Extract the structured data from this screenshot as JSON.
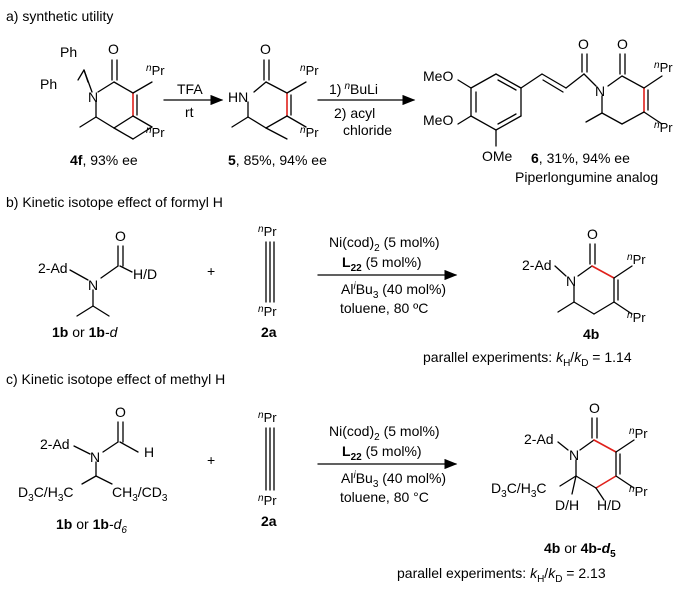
{
  "colors": {
    "highlight_bond": "#e0201b",
    "ink": "#000000"
  },
  "sections": {
    "a": {
      "title": "a) synthetic utility",
      "sm": {
        "ph1": "Ph",
        "ph2": "Ph",
        "n": "N",
        "o": "O",
        "pr_top": "Pr",
        "pr_bottom": "Pr",
        "label_id": "4f",
        "label_rest": ", 93% ee"
      },
      "arrow1": {
        "above": "TFA",
        "below": "rt"
      },
      "mid": {
        "hn": "HN",
        "o": "O",
        "pr_top": "Pr",
        "pr_bottom": "Pr",
        "label_id": "5",
        "label_rest": ", 85%, 94% ee"
      },
      "arrow2": {
        "step1_num": "1)",
        "step1_reagent": "BuLi",
        "step2": "2) acyl",
        "step2b": "chloride"
      },
      "product": {
        "meo1": "MeO",
        "meo2": "MeO",
        "ome": "OMe",
        "o1": "O",
        "o2": "O",
        "n": "N",
        "pr_top": "Pr",
        "pr_bottom": "Pr",
        "label_id": "6",
        "label_rest": ", 31%, 94% ee",
        "sub": "Piperlongumine analog"
      }
    },
    "b": {
      "title": "b) Kinetic isotope effect of formyl H",
      "sm": {
        "ad": "2-Ad",
        "n": "N",
        "o": "O",
        "hd": "H/D",
        "label_a": "1b",
        "label_or": " or ",
        "label_b": "1b",
        "label_b_suffix": "-d"
      },
      "plus": "+",
      "alkyne": {
        "pr_top": "Pr",
        "pr_bottom": "Pr",
        "label": "2a"
      },
      "conditions": {
        "cat": "Ni(cod)",
        "cat_sub": "2",
        "cat_rest": " (5 mol%)",
        "lig": "L",
        "lig_sub": "22",
        "lig_rest": " (5 mol%)",
        "al": "Al",
        "al_i": "i",
        "al_rest": "Bu",
        "al_sub": "3",
        "al_tail": " (40 mol%)",
        "solvent": "toluene, 80 ºC"
      },
      "product": {
        "ad": "2-Ad",
        "n": "N",
        "o": "O",
        "pr_top": "Pr",
        "pr_bottom": "Pr",
        "label": "4b"
      },
      "kie": {
        "prefix": "parallel experiments: ",
        "k": "k",
        "sub_h": "H",
        "slash": "/",
        "sub_d": "D",
        "value": " = 1.14"
      }
    },
    "c": {
      "title": "c) Kinetic isotope effect of methyl H",
      "sm": {
        "ad": "2-Ad",
        "n": "N",
        "o": "O",
        "h": "H",
        "left": "D",
        "left_sub": "3",
        "left_rest": "C/H",
        "left_sub2": "3",
        "left_tail": "C",
        "right": "CH",
        "right_sub": "3",
        "right_rest": "/CD",
        "right_sub2": "3",
        "label_a": "1b",
        "label_or": " or ",
        "label_b": "1b",
        "label_b_suffix": "-d",
        "label_b_sub": "6"
      },
      "plus": "+",
      "alkyne": {
        "pr_top": "Pr",
        "pr_bottom": "Pr",
        "label": "2a"
      },
      "conditions": {
        "cat": "Ni(cod)",
        "cat_sub": "2",
        "cat_rest": " (5 mol%)",
        "lig": "L",
        "lig_sub": "22",
        "lig_rest": " (5 mol%)",
        "al": "Al",
        "al_i": "i",
        "al_rest": "Bu",
        "al_sub": "3",
        "al_tail": " (40 mol%)",
        "solvent": "toluene, 80 °C"
      },
      "product": {
        "ad": "2-Ad",
        "n": "N",
        "o": "O",
        "pr_top": "Pr",
        "pr_bottom": "Pr",
        "left": "D",
        "left_sub": "3",
        "left_rest": "C/H",
        "left_sub2": "3",
        "left_tail": "C",
        "dh": "D/H",
        "hd": "H/D",
        "label_a": "4b",
        "label_or": " or ",
        "label_b": "4b-",
        "label_b_d": "d",
        "label_b_sub": "5"
      },
      "kie": {
        "prefix": "parallel experiments: ",
        "k": "k",
        "sub_h": "H",
        "slash": "/",
        "sub_d": "D",
        "value": " = 2.13"
      }
    },
    "n_prefix": "n"
  }
}
